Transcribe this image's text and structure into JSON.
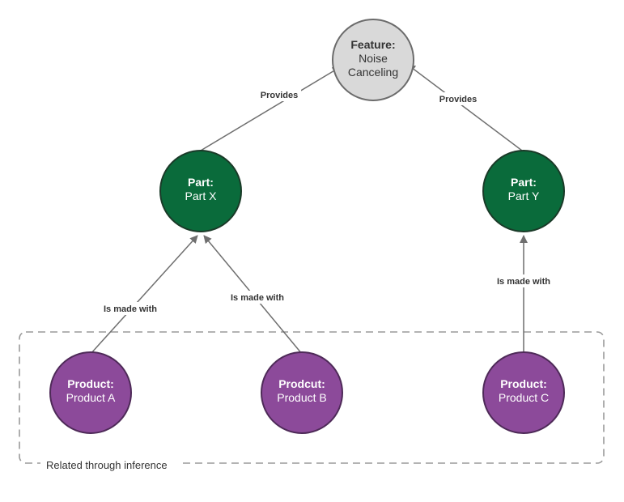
{
  "colors": {
    "feature_fill": "#d9d9d9",
    "feature_stroke": "#6b6b6b",
    "feature_text": "#333333",
    "part_fill": "#0a6b3b",
    "part_stroke": "#1a3a28",
    "product_fill": "#8c4a9a",
    "product_stroke": "#4e2a58",
    "node_text_light": "#ffffff",
    "edge": "#6f6f6f",
    "group_border": "#9a9a9a"
  },
  "nodes": {
    "feature": {
      "title": "Feature:",
      "line1": "Noise",
      "line2": "Canceling"
    },
    "part_x": {
      "title": "Part:",
      "label": "Part X"
    },
    "part_y": {
      "title": "Part:",
      "label": "Part Y"
    },
    "product_a": {
      "title": "Product:",
      "label": "Product A"
    },
    "product_b": {
      "title": "Prodcut:",
      "label": "Product B"
    },
    "product_c": {
      "title": "Product:",
      "label": "Product C"
    }
  },
  "edges": {
    "part_x_feature": "Provides",
    "part_y_feature": "Provides",
    "product_a_part_x": "Is made with",
    "product_b_part_x": "Is made with",
    "product_c_part_y": "Is made with"
  },
  "group": {
    "label": "Related through inference"
  }
}
